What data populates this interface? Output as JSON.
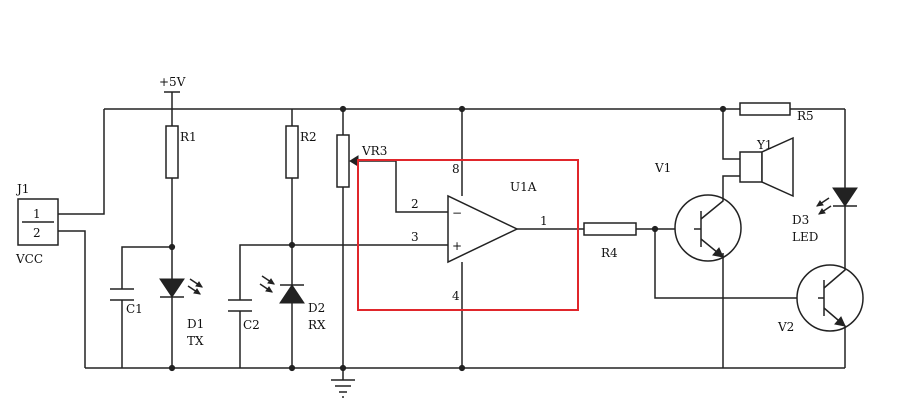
{
  "labels": {
    "vcc_rail": "+5V",
    "r1": "R1",
    "r2": "R2",
    "vr3": "VR3",
    "r4": "R4",
    "r5": "R5",
    "j1": "J1",
    "j1_pin1": "1",
    "j1_pin2": "2",
    "j1_name": "VCC",
    "c1": "C1",
    "c2": "C2",
    "d1": "D1",
    "d1_sub": "TX",
    "d2": "D2",
    "d2_sub": "RX",
    "d3": "D3",
    "d3_sub": "LED",
    "u1a": "U1A",
    "pin_2": "2",
    "pin_3": "3",
    "pin_1": "1",
    "pin_8": "8",
    "pin_4": "4",
    "minus_sign": "−",
    "plus_sign": "+",
    "v1": "V1",
    "v2": "V2",
    "y1": "Y1"
  },
  "colors": {
    "wire": "#222222",
    "highlight": "#e0262b",
    "background": "#ffffff"
  }
}
